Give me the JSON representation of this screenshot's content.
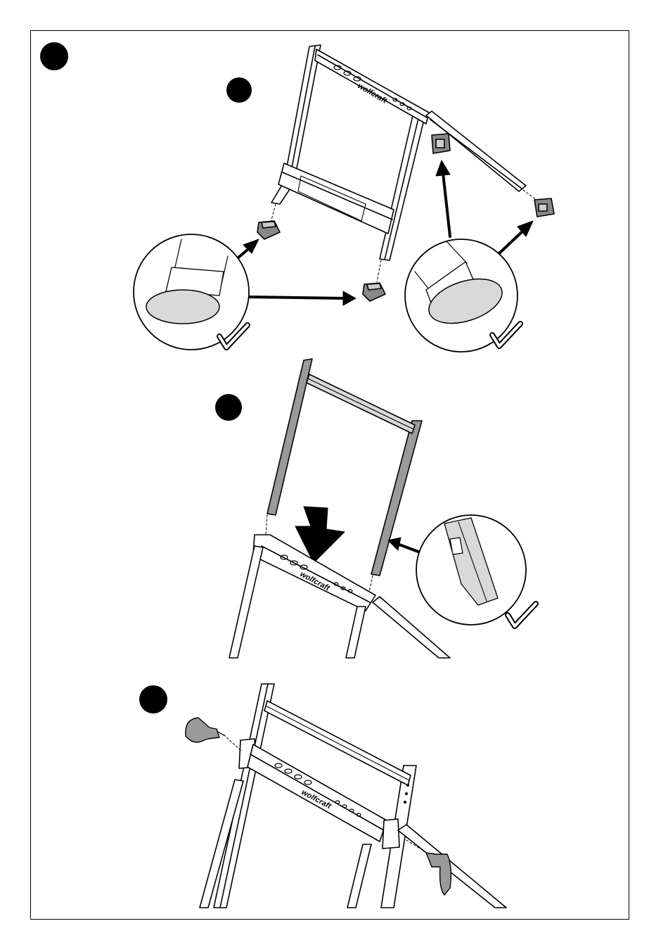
{
  "brand_label": "wolfcraft",
  "colors": {
    "ink": "#000000",
    "fill_grey": "#d9d9d9",
    "part_grey": "#9a9a9a",
    "paper": "#ffffff"
  },
  "steps": [
    {
      "marker": "step-dot",
      "section": "main"
    },
    {
      "marker": "step-dot",
      "section": "feet"
    },
    {
      "marker": "step-dot",
      "section": "extension-frame"
    },
    {
      "marker": "step-dot",
      "section": "knobs"
    }
  ],
  "icons": [
    "check-mark-icon",
    "arrow-icon",
    "magnify-circle-icon",
    "knob-icon",
    "foot-cap-icon"
  ]
}
